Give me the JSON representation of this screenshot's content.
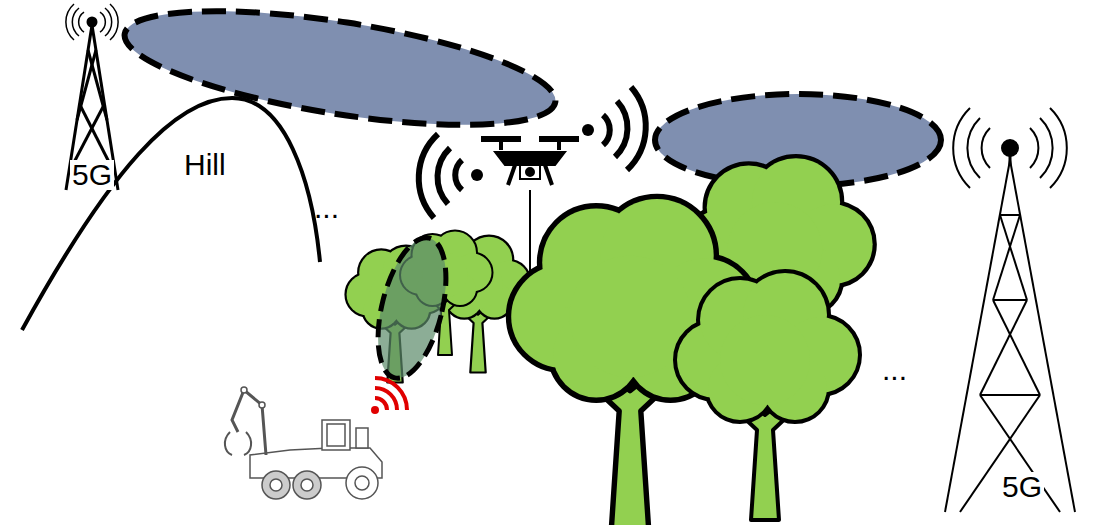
{
  "diagram": {
    "labels": [
      "5G",
      "Hill",
      "...",
      "...",
      "5G"
    ]
  }
}
